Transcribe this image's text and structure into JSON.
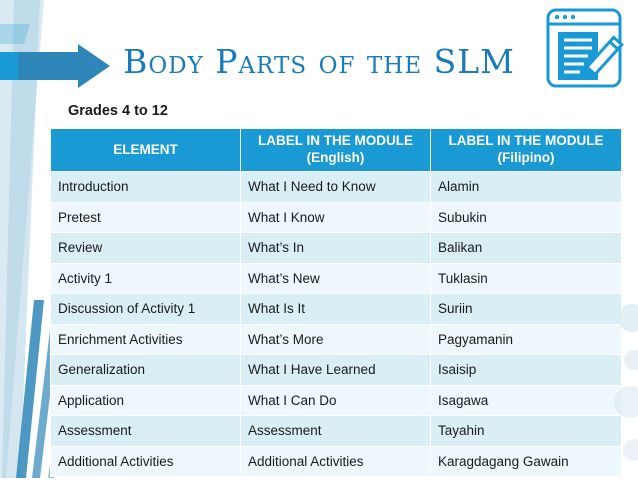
{
  "slide": {
    "title": "Body Parts of the SLM",
    "subtitle": "Grades 4 to 12"
  },
  "colors": {
    "accent": "#1a9ad4",
    "title_text": "#1a7bb9",
    "row_odd": "#daeef5",
    "row_even": "#eef7fb",
    "ribbon_dark": "#2e87b8",
    "ribbon_light": "#bcd9e8"
  },
  "table": {
    "headers": [
      "ELEMENT",
      "LABEL IN THE MODULE\n(English)",
      "LABEL IN THE MODULE\n(Filipino)"
    ],
    "headers_lines": [
      {
        "line1": "ELEMENT",
        "line2": ""
      },
      {
        "line1": "LABEL IN THE MODULE",
        "line2": "(English)"
      },
      {
        "line1": "LABEL IN THE MODULE",
        "line2": "(Filipino)"
      }
    ],
    "rows": [
      {
        "element": "Introduction",
        "english": "What I Need to Know",
        "filipino": "Alamin"
      },
      {
        "element": "Pretest",
        "english": "What I Know",
        "filipino": "Subukin"
      },
      {
        "element": "Review",
        "english": "What’s In",
        "filipino": "Balikan"
      },
      {
        "element": "Activity 1",
        "english": "What’s New",
        "filipino": "Tuklasin"
      },
      {
        "element": "Discussion of Activity 1",
        "english": "What Is It",
        "filipino": "Suriin"
      },
      {
        "element": "Enrichment Activities",
        "english": "What’s More",
        "filipino": "Pagyamanin"
      },
      {
        "element": "Generalization",
        "english": "What I Have Learned",
        "filipino": "Isaisip"
      },
      {
        "element": "Application",
        "english": "What I Can Do",
        "filipino": "Isagawa"
      },
      {
        "element": "Assessment",
        "english": "Assessment",
        "filipino": "Tayahin"
      },
      {
        "element": "Additional Activities",
        "english": "Additional Activities",
        "filipino": "Karagdagang Gawain"
      }
    ]
  },
  "icons": {
    "document_edit": "document-pencil-icon",
    "title_arrow": "arrow-banner-icon"
  }
}
